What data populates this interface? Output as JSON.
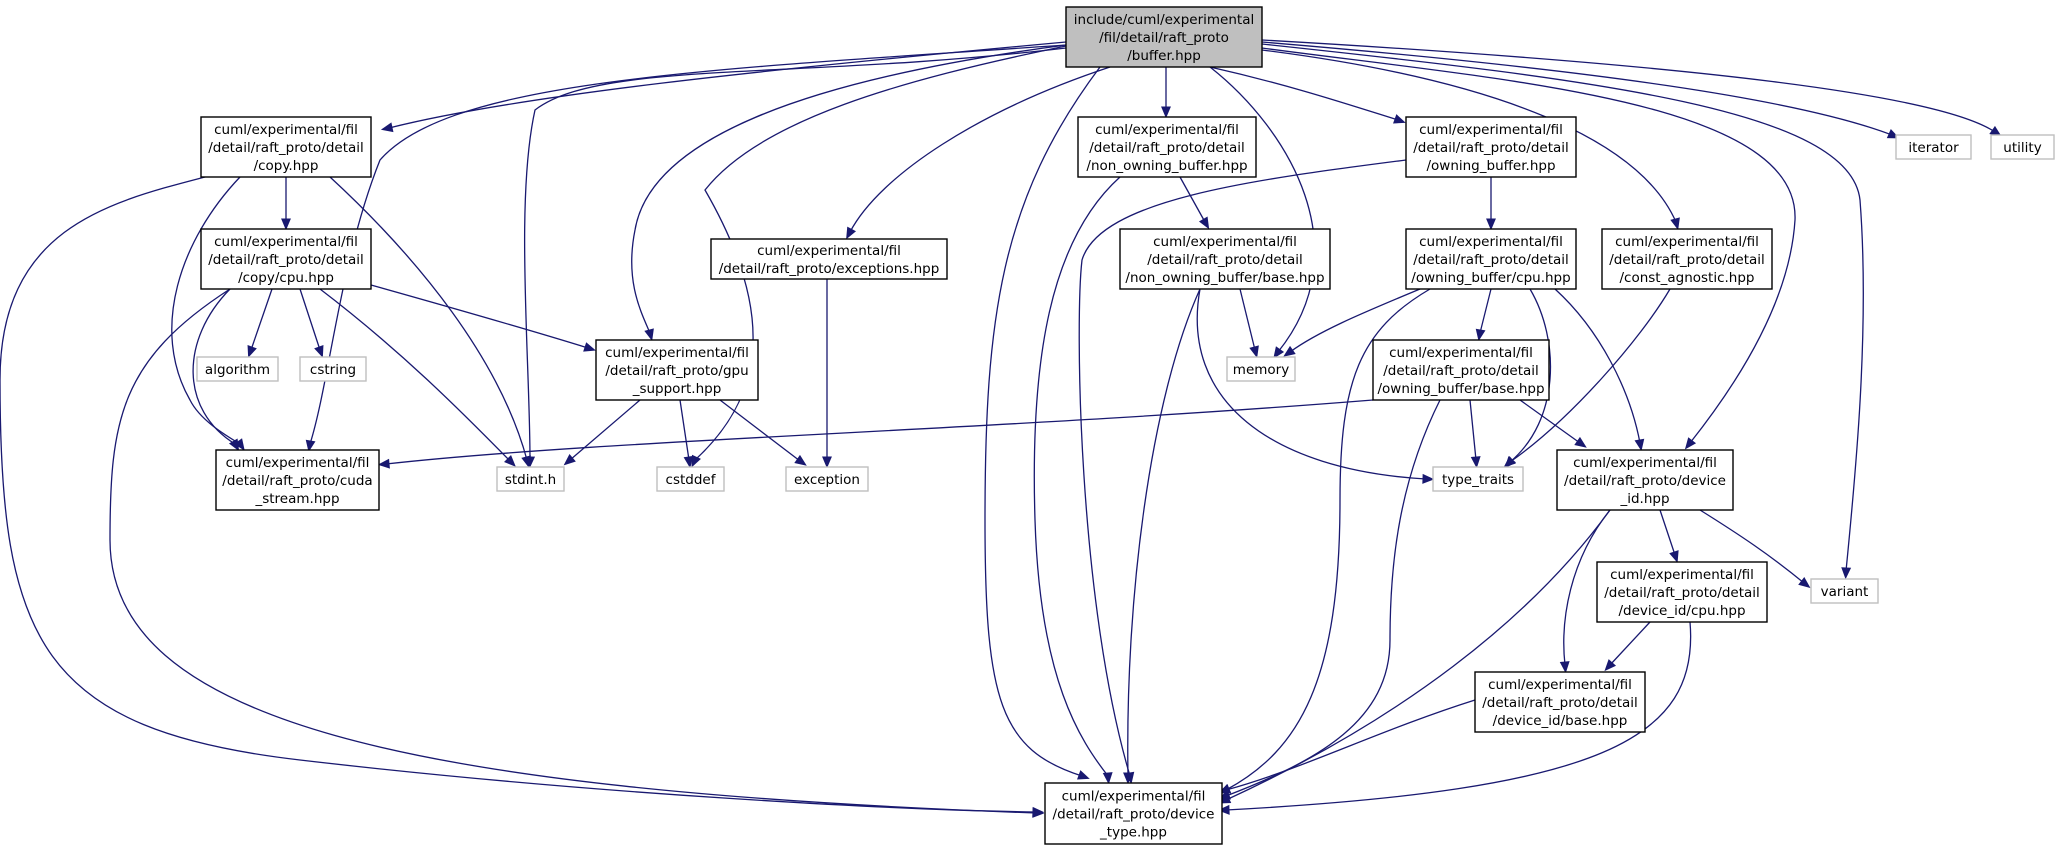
{
  "diagram": {
    "nodes": {
      "buffer": [
        "include/cuml/experimental",
        "/fil/detail/raft_proto",
        "/buffer.hpp"
      ],
      "copy": [
        "cuml/experimental/fil",
        "/detail/raft_proto/detail",
        "/copy.hpp"
      ],
      "non_owning_buffer": [
        "cuml/experimental/fil",
        "/detail/raft_proto/detail",
        "/non_owning_buffer.hpp"
      ],
      "owning_buffer": [
        "cuml/experimental/fil",
        "/detail/raft_proto/detail",
        "/owning_buffer.hpp"
      ],
      "iterator": [
        "iterator"
      ],
      "utility": [
        "utility"
      ],
      "copy_cpu": [
        "cuml/experimental/fil",
        "/detail/raft_proto/detail",
        "/copy/cpu.hpp"
      ],
      "exceptions": [
        "cuml/experimental/fil",
        "/detail/raft_proto/exceptions.hpp"
      ],
      "non_owning_base": [
        "cuml/experimental/fil",
        "/detail/raft_proto/detail",
        "/non_owning_buffer/base.hpp"
      ],
      "owning_cpu": [
        "cuml/experimental/fil",
        "/detail/raft_proto/detail",
        "/owning_buffer/cpu.hpp"
      ],
      "const_agnostic": [
        "cuml/experimental/fil",
        "/detail/raft_proto/detail",
        "/const_agnostic.hpp"
      ],
      "algorithm": [
        "algorithm"
      ],
      "cstring": [
        "cstring"
      ],
      "gpu_support": [
        "cuml/experimental/fil",
        "/detail/raft_proto/gpu",
        "_support.hpp"
      ],
      "memory": [
        "memory"
      ],
      "owning_base": [
        "cuml/experimental/fil",
        "/detail/raft_proto/detail",
        "/owning_buffer/base.hpp"
      ],
      "cuda_stream": [
        "cuml/experimental/fil",
        "/detail/raft_proto/cuda",
        "_stream.hpp"
      ],
      "stdint": [
        "stdint.h"
      ],
      "cstddef": [
        "cstddef"
      ],
      "exception": [
        "exception"
      ],
      "type_traits": [
        "type_traits"
      ],
      "device_id": [
        "cuml/experimental/fil",
        "/detail/raft_proto/device",
        "_id.hpp"
      ],
      "variant": [
        "variant"
      ],
      "device_id_cpu": [
        "cuml/experimental/fil",
        "/detail/raft_proto/detail",
        "/device_id/cpu.hpp"
      ],
      "device_id_base": [
        "cuml/experimental/fil",
        "/detail/raft_proto/detail",
        "/device_id/base.hpp"
      ],
      "device_type": [
        "cuml/experimental/fil",
        "/detail/raft_proto/device",
        "_type.hpp"
      ]
    },
    "colors": {
      "edge": "#191970",
      "root_fill": "#bfbfbf",
      "local_border": "#000000",
      "system_border": "#bfbfbf"
    }
  }
}
